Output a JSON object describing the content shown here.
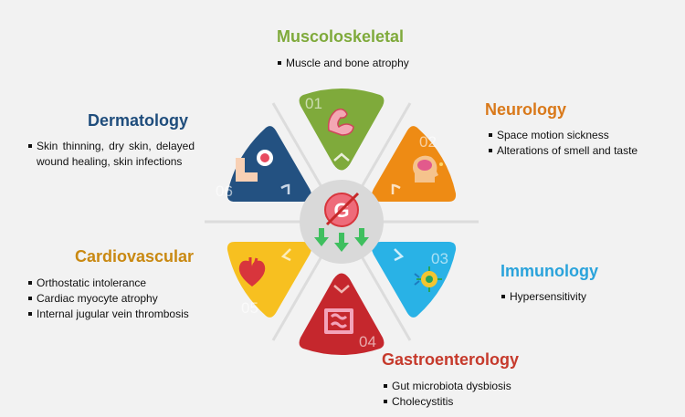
{
  "categories": [
    {
      "id": "musculoskeletal",
      "number": "01",
      "title": "Muscoloskeletal",
      "color": "#7faa3b",
      "items": [
        "Muscle and bone atrophy"
      ],
      "icon": "flexed-arm-icon"
    },
    {
      "id": "neurology",
      "number": "02",
      "title": "Neurology",
      "color": "#ee8b14",
      "items": [
        "Space motion sickness",
        "Alterations of smell and taste"
      ],
      "icon": "head-brain-icon"
    },
    {
      "id": "immunology",
      "number": "03",
      "title": "Immunology",
      "color": "#29b2e6",
      "items": [
        "Hypersensitivity"
      ],
      "icon": "virus-cell-icon"
    },
    {
      "id": "gastroenterology",
      "number": "04",
      "title": "Gastroenterology",
      "color": "#c5272d",
      "items": [
        "Gut microbiota dysbiosis",
        "Cholecystitis"
      ],
      "icon": "intestine-icon"
    },
    {
      "id": "cardiovascular",
      "number": "05",
      "title": "Cardiovascular",
      "color": "#f7c020",
      "items": [
        "Orthostatic intolerance",
        "Cardiac myocyte atrophy",
        "Internal jugular vein thrombosis"
      ],
      "icon": "heart-icon"
    },
    {
      "id": "dermatology",
      "number": "06",
      "title": "Dermatology",
      "color": "#235181",
      "items": [
        "Skin thinning, dry skin, delayed wound healing, skin infections"
      ],
      "icon": "skin-lotion-icon"
    }
  ],
  "center": {
    "label": "G",
    "icon": "no-gravity-icon"
  },
  "colors": {
    "title_musculoskeletal": "#7faa3b",
    "title_neurology": "#d9791a",
    "title_immunology": "#2aa3db",
    "title_gastro": "#c63a2c",
    "title_cardio": "#c98912",
    "title_derm": "#1f4d7c"
  }
}
